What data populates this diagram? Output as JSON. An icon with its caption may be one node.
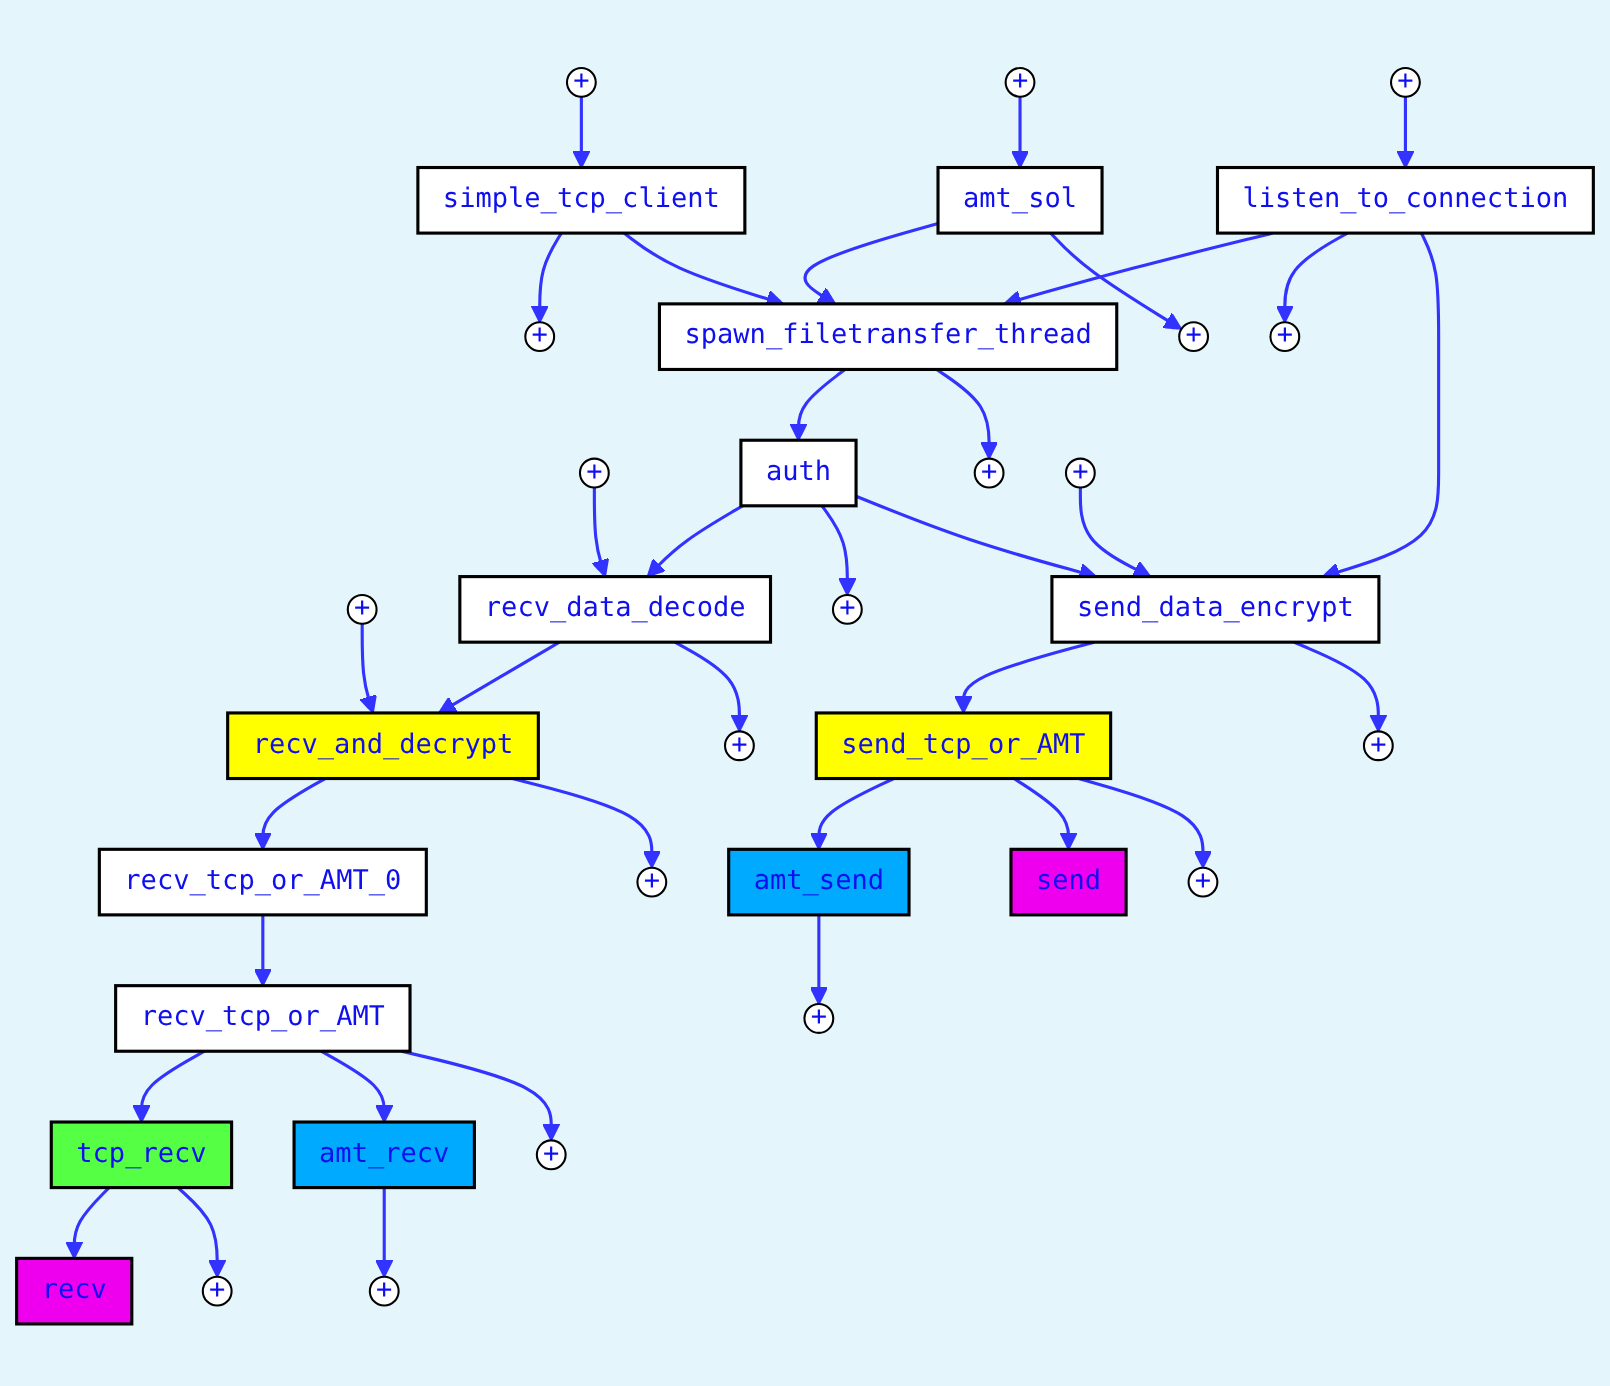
{
  "diagram": {
    "nodes": [
      {
        "text": [
          "+"
        ]
      },
      {
        "text": [
          "+"
        ]
      },
      {
        "text": [
          "+"
        ]
      },
      {
        "text": [
          "simple_tcp_client"
        ]
      },
      {
        "text": [
          "amt_sol"
        ]
      },
      {
        "text": [
          "listen_to_connection"
        ]
      },
      {
        "text": [
          "+"
        ]
      },
      {
        "text": [
          "spawn_filetransfer_thread"
        ]
      },
      {
        "text": [
          "+"
        ]
      },
      {
        "text": [
          "+"
        ]
      },
      {
        "text": [
          "+"
        ]
      },
      {
        "text": [
          "auth"
        ]
      },
      {
        "text": [
          "+"
        ]
      },
      {
        "text": [
          "+"
        ]
      },
      {
        "text": [
          "+"
        ]
      },
      {
        "text": [
          "recv_data_decode"
        ]
      },
      {
        "text": [
          "+"
        ]
      },
      {
        "text": [
          "send_data_encrypt"
        ]
      },
      {
        "text": [
          "recv_and_decrypt"
        ]
      },
      {
        "text": [
          "+"
        ]
      },
      {
        "text": [
          "send_tcp_or_AMT"
        ]
      },
      {
        "text": [
          "+"
        ]
      },
      {
        "text": [
          "recv_tcp_or_AMT_0"
        ]
      },
      {
        "text": [
          "+"
        ]
      },
      {
        "text": [
          "amt_send"
        ]
      },
      {
        "text": [
          "send"
        ]
      },
      {
        "text": [
          "+"
        ]
      },
      {
        "text": [
          "+"
        ]
      },
      {
        "text": [
          "recv_tcp_or_AMT"
        ]
      },
      {
        "text": [
          "+"
        ]
      },
      {
        "text": [
          "tcp_recv"
        ]
      },
      {
        "text": [
          "amt_recv"
        ]
      },
      {
        "text": [
          "+"
        ]
      },
      {
        "text": [
          "+"
        ]
      },
      {
        "text": [
          "recv"
        ]
      }
    ],
    "edges": [
      {
        "from": 0,
        "to": 3,
        "arrow": "to"
      },
      {
        "from": 1,
        "to": 4,
        "arrow": "to"
      },
      {
        "from": 2,
        "to": 5,
        "arrow": "to"
      },
      {
        "from": 3,
        "to": 6,
        "arrow": "to"
      },
      {
        "from": 3,
        "to": 7,
        "arrow": "to"
      },
      {
        "from": 4,
        "to": 7,
        "arrow": "to"
      },
      {
        "from": 4,
        "to": 8,
        "arrow": "to"
      },
      {
        "from": 5,
        "to": 7,
        "arrow": "to"
      },
      {
        "from": 5,
        "to": 9,
        "arrow": "to"
      },
      {
        "from": 5,
        "to": 17,
        "arrow": "to"
      },
      {
        "from": 7,
        "to": 11,
        "arrow": "to"
      },
      {
        "from": 7,
        "to": 12,
        "arrow": "to"
      },
      {
        "from": 10,
        "to": 15,
        "arrow": "to"
      },
      {
        "from": 11,
        "to": 15,
        "arrow": "to"
      },
      {
        "from": 11,
        "to": 16,
        "arrow": "to"
      },
      {
        "from": 11,
        "to": 17,
        "arrow": "to"
      },
      {
        "from": 13,
        "to": 17,
        "arrow": "to"
      },
      {
        "from": 14,
        "to": 18,
        "arrow": "to"
      },
      {
        "from": 15,
        "to": 18,
        "arrow": "to"
      },
      {
        "from": 15,
        "to": 19,
        "arrow": "to"
      },
      {
        "from": 17,
        "to": 20,
        "arrow": "to"
      },
      {
        "from": 17,
        "to": 21,
        "arrow": "to"
      },
      {
        "from": 18,
        "to": 22,
        "arrow": "to"
      },
      {
        "from": 18,
        "to": 23,
        "arrow": "to"
      },
      {
        "from": 20,
        "to": 24,
        "arrow": "to"
      },
      {
        "from": 20,
        "to": 25,
        "arrow": "to"
      },
      {
        "from": 20,
        "to": 26,
        "arrow": "to"
      },
      {
        "from": 24,
        "to": 27,
        "arrow": "to"
      },
      {
        "from": 22,
        "to": 28,
        "arrow": "to"
      },
      {
        "from": 28,
        "to": 30,
        "arrow": "to"
      },
      {
        "from": 28,
        "to": 31,
        "arrow": "to"
      },
      {
        "from": 28,
        "to": 29,
        "arrow": "to"
      },
      {
        "from": 30,
        "to": 34,
        "arrow": "to"
      },
      {
        "from": 30,
        "to": 32,
        "arrow": "to"
      },
      {
        "from": 31,
        "to": 33,
        "arrow": "to"
      }
    ]
  }
}
